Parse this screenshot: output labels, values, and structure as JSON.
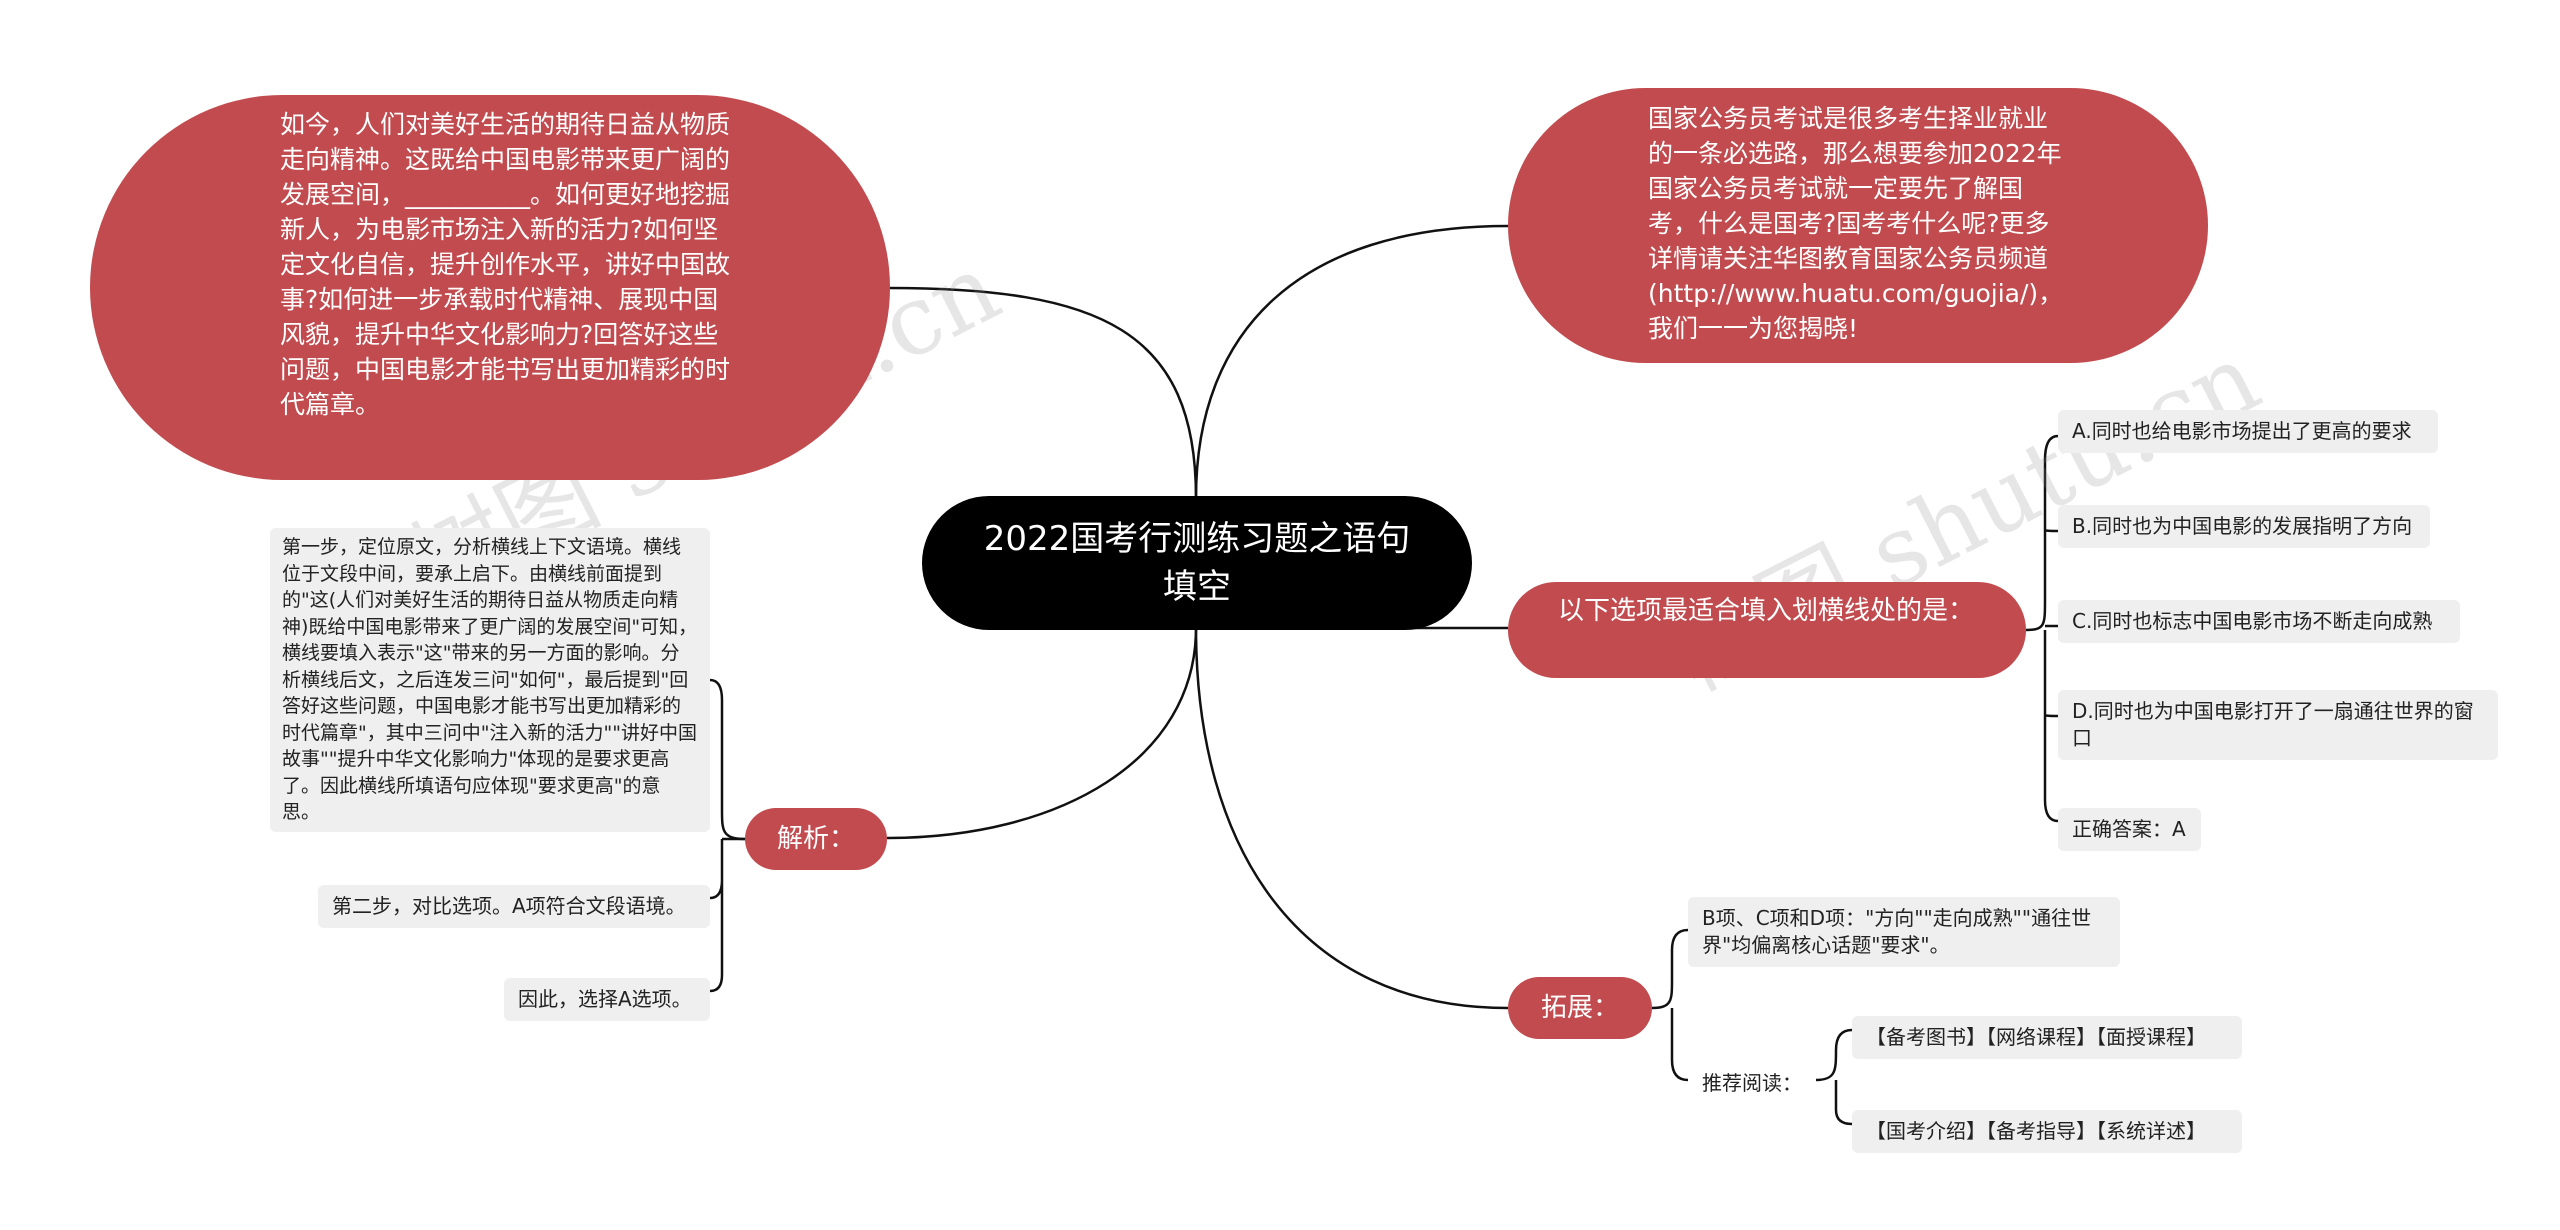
{
  "root": {
    "title": "2022国考行测练习题之语句填空"
  },
  "passage": "如今，人们对美好生活的期待日益从物质走向精神。这既给中国电影带来更广阔的发展空间，__________。如何更好地挖掘新人，为电影市场注入新的活力?如何坚定文化自信，提升创作水平，讲好中国故事?如何进一步承载时代精神、展现中国风貌，提升中华文化影响力?回答好这些问题，中国电影才能书写出更加精彩的时代篇章。",
  "intro": "国家公务员考试是很多考生择业就业的一条必选路，那么想要参加2022年国家公务员考试就一定要先了解国考，什么是国考?国考考什么呢?更多详情请关注华图教育国家公务员频道(http://www.huatu.com/guojia/)，我们一一为您揭晓!",
  "question": {
    "label": "以下选项最适合填入划横线处的是：",
    "options": [
      "A.同时也给电影市场提出了更高的要求",
      "B.同时也为中国电影的发展指明了方向",
      "C.同时也标志中国电影市场不断走向成熟",
      "D.同时也为中国电影打开了一扇通往世界的窗口"
    ],
    "answer": "正确答案：A"
  },
  "analysis": {
    "label": "解析：",
    "steps": [
      "第一步，定位原文，分析横线上下文语境。横线位于文段中间，要承上启下。由横线前面提到的\"这(人们对美好生活的期待日益从物质走向精神)既给中国电影带来了更广阔的发展空间\"可知，横线要填入表示\"这\"带来的另一方面的影响。分析横线后文，之后连发三问\"如何\"，最后提到\"回答好这些问题，中国电影才能书写出更加精彩的时代篇章\"，其中三问中\"注入新的活力\"\"讲好中国故事\"\"提升中华文化影响力\"体现的是要求更高了。因此横线所填语句应体现\"要求更高\"的意思。",
      "第二步，对比选项。A项符合文段语境。",
      "因此，选择A选项。"
    ]
  },
  "extension": {
    "label": "拓展：",
    "note": "B项、C项和D项：\"方向\"\"走向成熟\"\"通往世界\"均偏离核心话题\"要求\"。",
    "reading_label": "推荐阅读：",
    "reading": [
      "【备考图书】【网络课程】【面授课程】",
      "【国考介绍】【备考指导】【系统详述】"
    ]
  },
  "watermark": "树图 shutu.cn",
  "colors": {
    "node_red": "#c24b4f",
    "root_bg": "#000000",
    "leaf_bg": "#efefef",
    "line": "#111111"
  }
}
